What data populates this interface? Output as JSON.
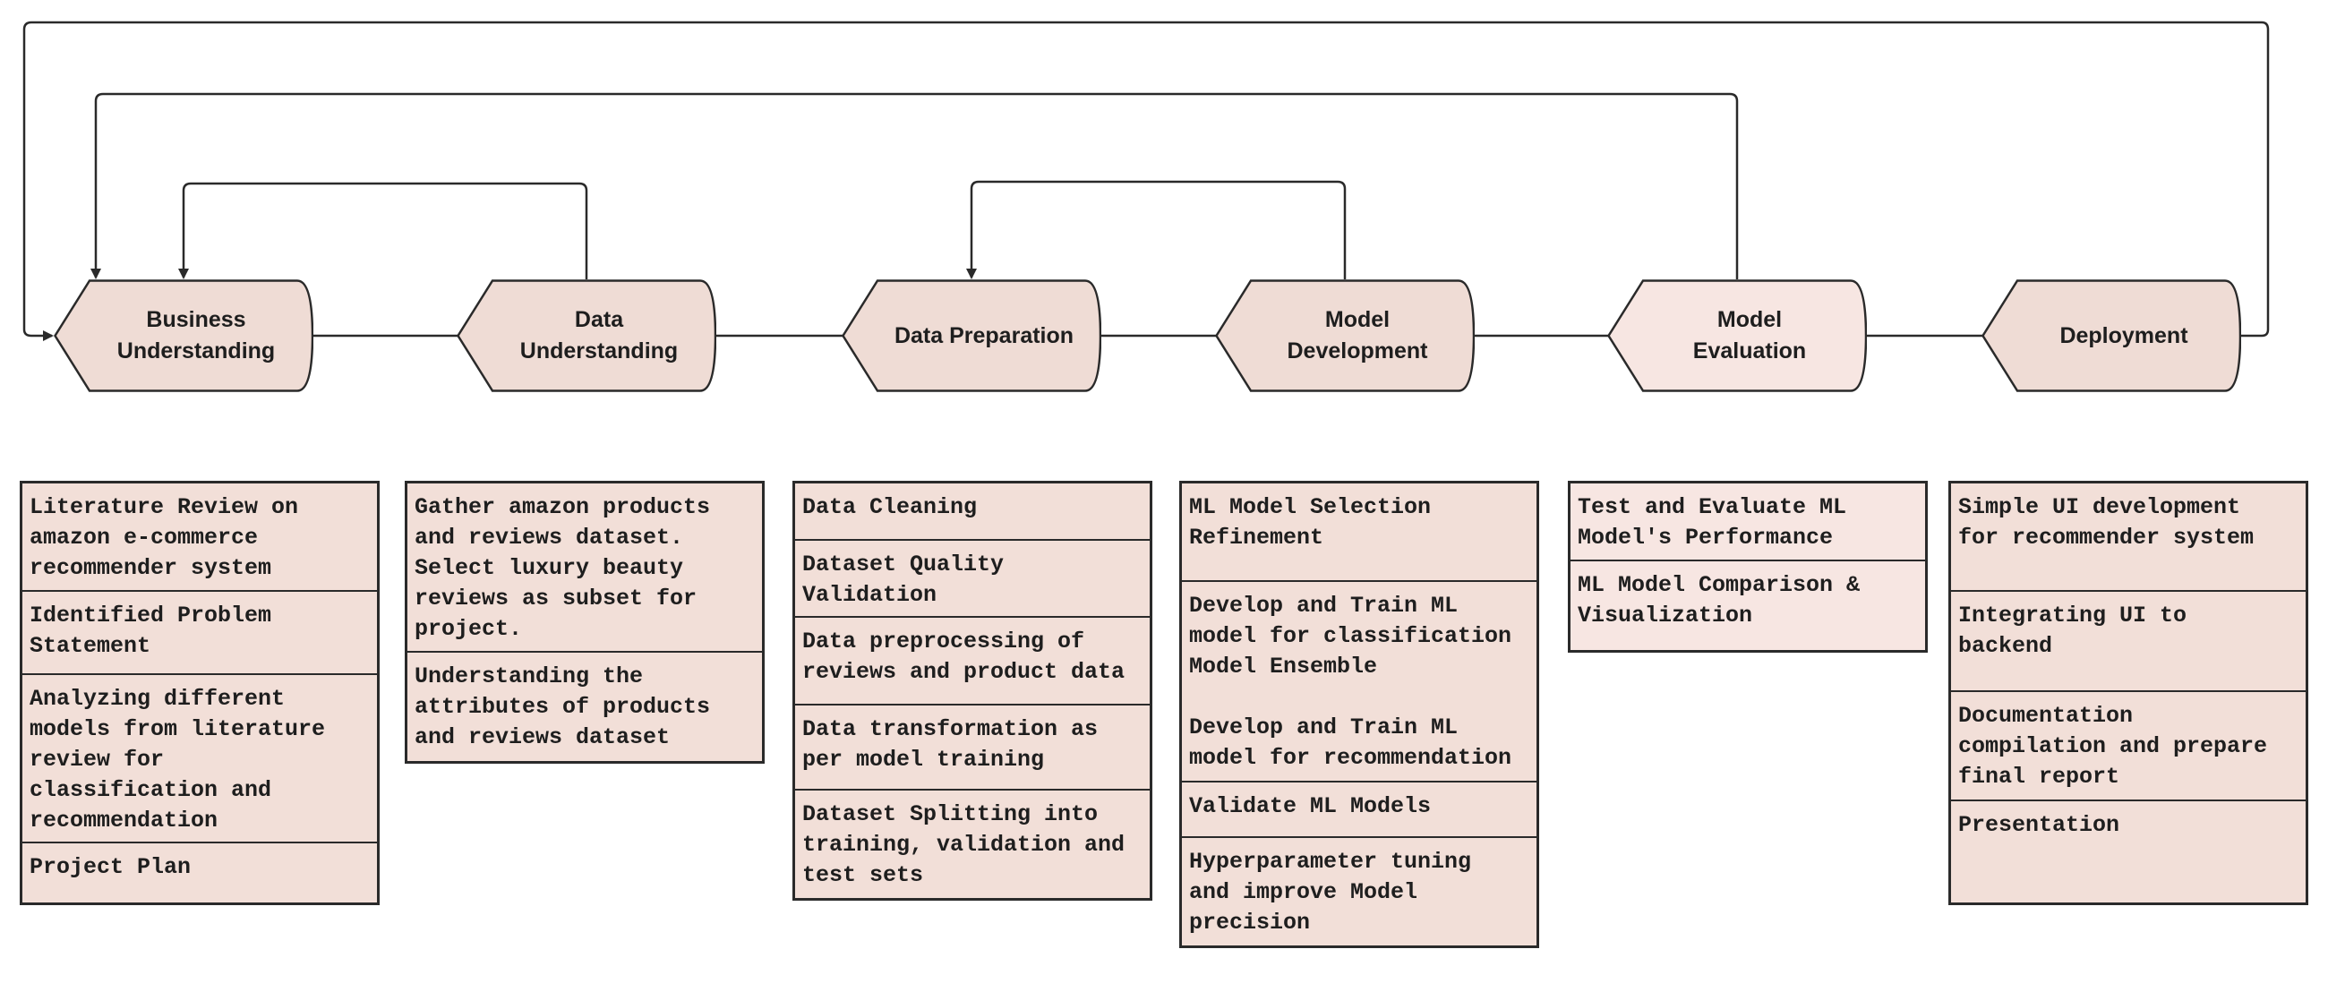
{
  "phases": [
    {
      "label": "Business\nUnderstanding"
    },
    {
      "label": "Data\nUnderstanding"
    },
    {
      "label": "Data Preparation"
    },
    {
      "label": "Model\nDevelopment"
    },
    {
      "label": "Model\nEvaluation"
    },
    {
      "label": "Deployment"
    }
  ],
  "tasks": {
    "business": [
      "Literature Review on\namazon e-commerce\nrecommender system",
      "Identified Problem\nStatement",
      "Analyzing different\nmodels from literature\nreview for\nclassification and\nrecommendation",
      "Project Plan"
    ],
    "data_understanding": [
      "Gather amazon products\nand reviews dataset.\nSelect luxury beauty\nreviews as subset for\nproject.",
      "Understanding the\nattributes of products\nand reviews dataset"
    ],
    "data_preparation": [
      "Data Cleaning",
      "Dataset Quality\nValidation",
      "Data preprocessing of\nreviews and product data",
      "Data transformation as\nper model training",
      "Dataset Splitting into\ntraining, validation and\ntest sets"
    ],
    "model_development": [
      "ML Model Selection\nRefinement",
      "Develop and Train ML\nmodel for classification\nModel Ensemble\n\nDevelop and Train ML\nmodel for recommendation",
      "Validate ML Models",
      "Hyperparameter tuning\nand improve Model\nprecision"
    ],
    "model_evaluation": [
      "Test and Evaluate ML\nModel's Performance",
      "ML Model Comparison &\nVisualization"
    ],
    "deployment": [
      "Simple UI development\nfor recommender system",
      "Integrating UI to\nbackend",
      "Documentation\ncompilation and prepare\nfinal report",
      "Presentation"
    ]
  },
  "colors": {
    "phase_fill": "#efdcd5",
    "phase_fill_light": "#f7e6e2",
    "task_fill": "#f2dfd8",
    "line": "#2a2a2a"
  }
}
